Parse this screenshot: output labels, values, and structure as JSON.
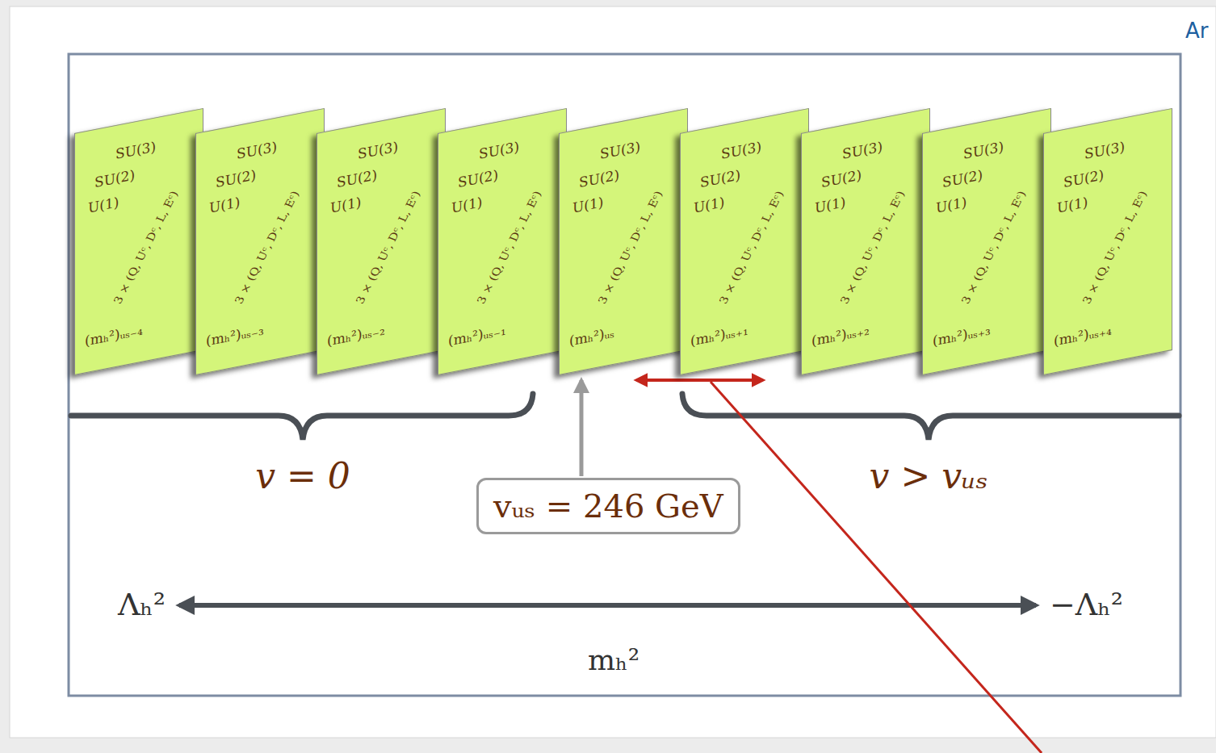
{
  "diagram": {
    "nodes": [
      {
        "text": [
          "SU(3)",
          "SU(2)",
          "U(1)",
          "3 × (Q, Uᶜ, Dᶜ, L, Eᶜ)",
          "(mₕ²)ᵤₛ₋₄"
        ]
      },
      {
        "text": [
          "SU(3)",
          "SU(2)",
          "U(1)",
          "3 × (Q, Uᶜ, Dᶜ, L, Eᶜ)",
          "(mₕ²)ᵤₛ₋₃"
        ]
      },
      {
        "text": [
          "SU(3)",
          "SU(2)",
          "U(1)",
          "3 × (Q, Uᶜ, Dᶜ, L, Eᶜ)",
          "(mₕ²)ᵤₛ₋₂"
        ]
      },
      {
        "text": [
          "SU(3)",
          "SU(2)",
          "U(1)",
          "3 × (Q, Uᶜ, Dᶜ, L, Eᶜ)",
          "(mₕ²)ᵤₛ₋₁"
        ]
      },
      {
        "text": [
          "SU(3)",
          "SU(2)",
          "U(1)",
          "3 × (Q, Uᶜ, Dᶜ, L, Eᶜ)",
          "(mₕ²)ᵤₛ"
        ]
      },
      {
        "text": [
          "SU(3)",
          "SU(2)",
          "U(1)",
          "3 × (Q, Uᶜ, Dᶜ, L, Eᶜ)",
          "(mₕ²)ᵤₛ₊₁"
        ]
      },
      {
        "text": [
          "SU(3)",
          "SU(2)",
          "U(1)",
          "3 × (Q, Uᶜ, Dᶜ, L, Eᶜ)",
          "(mₕ²)ᵤₛ₊₂"
        ]
      },
      {
        "text": [
          "SU(3)",
          "SU(2)",
          "U(1)",
          "3 × (Q, Uᶜ, Dᶜ, L, Eᶜ)",
          "(mₕ²)ᵤₛ₊₃"
        ]
      },
      {
        "text": [
          "SU(3)",
          "SU(2)",
          "U(1)",
          "3 × (Q, Uᶜ, Dᶜ, L, Eᶜ)",
          "(mₕ²)ᵤₛ₊₄"
        ]
      },
      {
        "text": [
          "vᵤₛ = 246 GeV"
        ]
      }
    ],
    "edges": [
      {
        "from": 9,
        "to": 4,
        "arrow": "to"
      }
    ],
    "labels": [
      "Ar",
      "v = 0",
      "v > vᵤₛ",
      "Λₕ²",
      "−Λₕ²",
      "mₕ²"
    ]
  }
}
